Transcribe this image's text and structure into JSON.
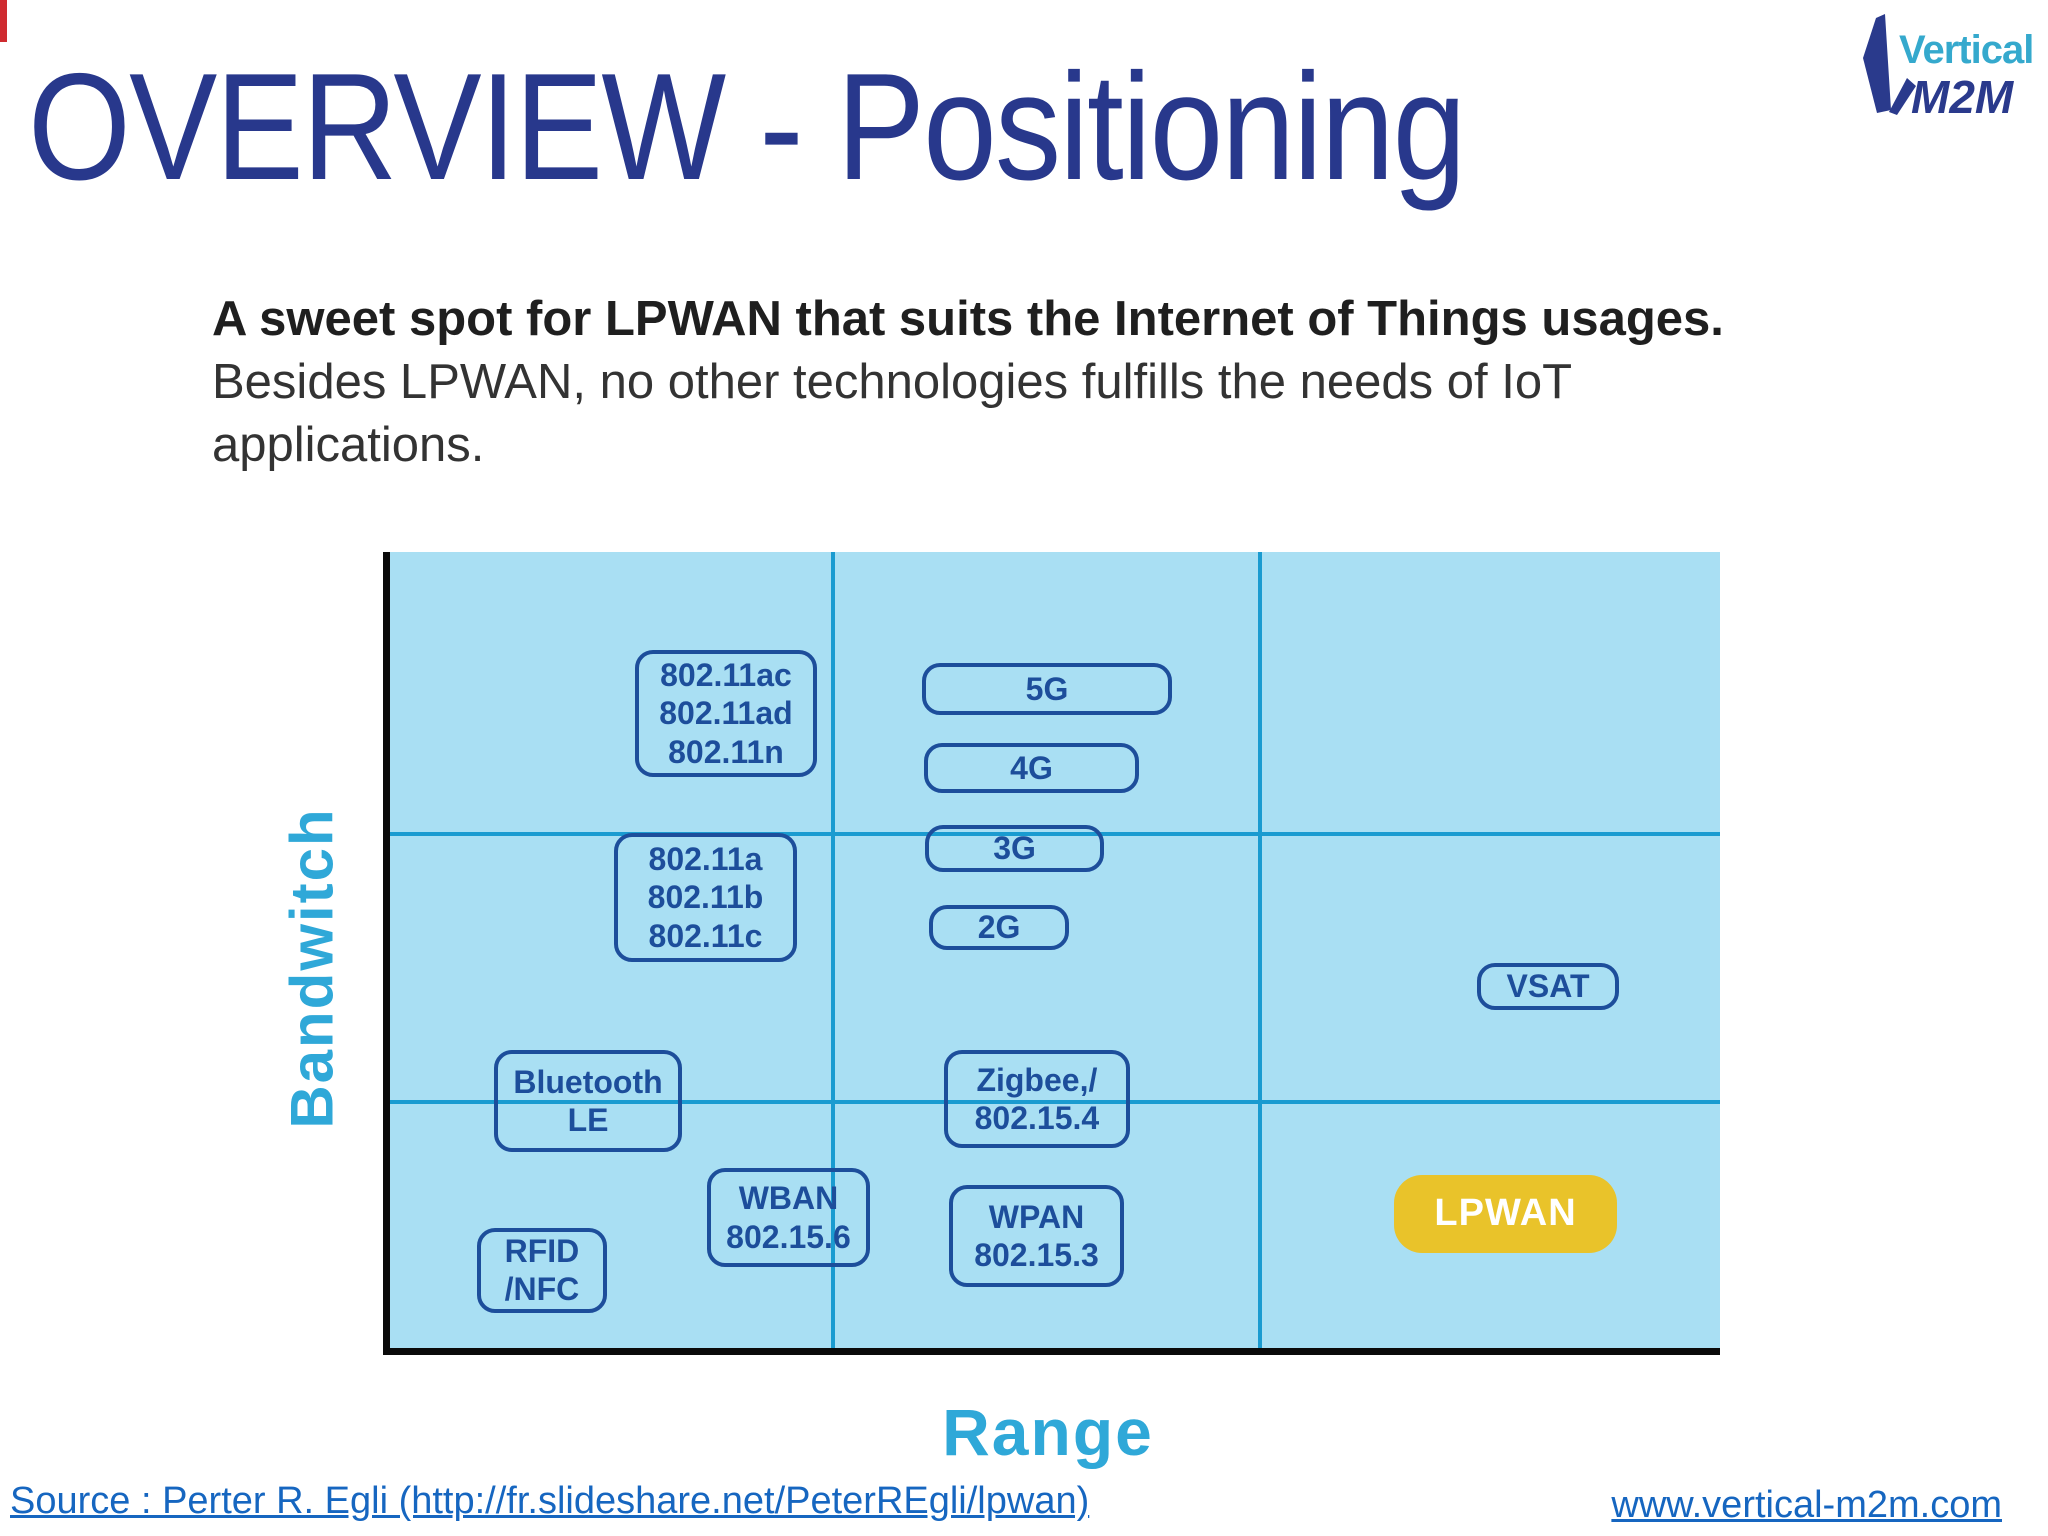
{
  "theme": {
    "title_navy": "#28388c",
    "box_navy": "#1d4e9b",
    "chart_bg": "#a9dff3",
    "grid_teal": "#1a9bd0",
    "cyan": "#2fa8d8",
    "link_blue": "#1666c0",
    "yellow": "#e9c32a",
    "ink": "#262626",
    "red": "#cf2b30",
    "logo_cyan": "#35a9cd",
    "logo_navy": "#2a3a8c"
  },
  "header": {
    "title": "OVERVIEW - Positioning"
  },
  "logo": {
    "word_top": "Vertical",
    "word_bottom": "M2M"
  },
  "intro": {
    "lead": "A sweet spot for LPWAN that suits the Internet of Things usages.",
    "body_lines": [
      "Besides LPWAN, no other technologies fulfills the needs of IoT",
      "applications."
    ]
  },
  "chart_data": {
    "type": "scatter",
    "xlabel": "Range",
    "ylabel": "Bandwitch",
    "grid": {
      "v_fracs": [
        33.16,
        65.26
      ],
      "h_fracs": [
        35.18,
        68.84
      ]
    },
    "points": [
      {
        "id": "wifi-80211acadn",
        "lines": [
          "802.11ac",
          "802.11ad",
          "802.11n"
        ],
        "x": 18.42,
        "y": 12.31,
        "w": 13.68,
        "h": 15.95,
        "highlight": false
      },
      {
        "id": "5g",
        "lines": [
          "5G"
        ],
        "x": 40.0,
        "y": 13.94,
        "w": 18.8,
        "h": 6.53,
        "highlight": false
      },
      {
        "id": "4g",
        "lines": [
          "4G"
        ],
        "x": 40.15,
        "y": 24.0,
        "w": 16.17,
        "h": 6.28,
        "highlight": false
      },
      {
        "id": "3g",
        "lines": [
          "3G"
        ],
        "x": 40.23,
        "y": 34.3,
        "w": 13.46,
        "h": 5.9,
        "highlight": false
      },
      {
        "id": "2g",
        "lines": [
          "2G"
        ],
        "x": 40.53,
        "y": 44.35,
        "w": 10.53,
        "h": 5.65,
        "highlight": false
      },
      {
        "id": "wifi-80211abc",
        "lines": [
          "802.11a",
          "802.11b",
          "802.11c"
        ],
        "x": 16.84,
        "y": 35.3,
        "w": 13.76,
        "h": 16.21,
        "highlight": false
      },
      {
        "id": "vsat",
        "lines": [
          "VSAT"
        ],
        "x": 81.73,
        "y": 51.63,
        "w": 10.68,
        "h": 5.9,
        "highlight": false
      },
      {
        "id": "bluetooth-le",
        "lines": [
          "Bluetooth",
          "LE"
        ],
        "x": 7.82,
        "y": 62.56,
        "w": 14.14,
        "h": 12.81,
        "highlight": false
      },
      {
        "id": "zigbee-802154",
        "lines": [
          "Zigbee,/",
          "802.15.4"
        ],
        "x": 41.65,
        "y": 62.56,
        "w": 13.98,
        "h": 12.31,
        "highlight": false
      },
      {
        "id": "wban-802156",
        "lines": [
          "WBAN",
          "802.15.6"
        ],
        "x": 23.83,
        "y": 77.39,
        "w": 12.26,
        "h": 12.44,
        "highlight": false
      },
      {
        "id": "rfid-nfc",
        "lines": [
          "RFID",
          "/NFC"
        ],
        "x": 6.54,
        "y": 84.92,
        "w": 9.77,
        "h": 10.68,
        "highlight": false
      },
      {
        "id": "wpan-802153",
        "lines": [
          "WPAN",
          "802.15.3"
        ],
        "x": 42.03,
        "y": 79.52,
        "w": 13.16,
        "h": 12.81,
        "highlight": false
      },
      {
        "id": "lpwan",
        "lines": [
          "LPWAN"
        ],
        "x": 75.49,
        "y": 78.27,
        "w": 16.77,
        "h": 9.8,
        "highlight": true
      }
    ]
  },
  "footer": {
    "source": "Source : Perter R. Egli (http://fr.slideshare.net/PeterREgli/lpwan)",
    "website": "www.vertical-m2m.com"
  }
}
